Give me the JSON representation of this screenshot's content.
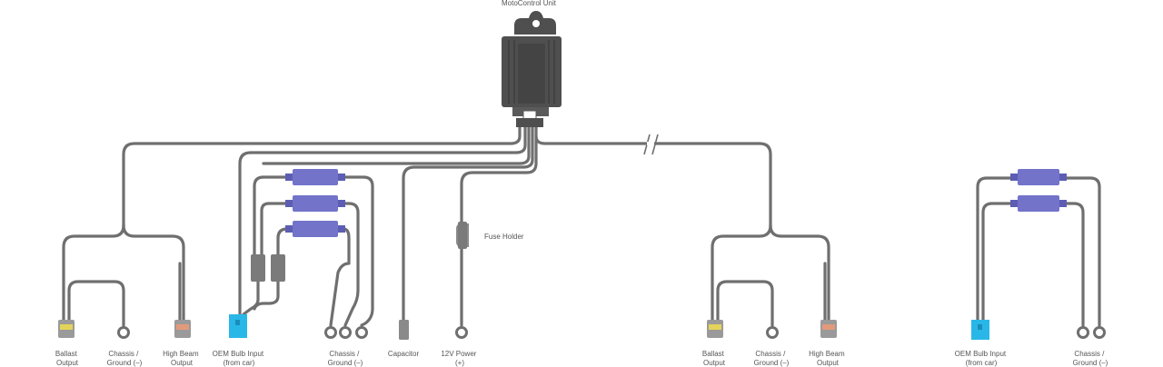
{
  "title": "MotoControl Unit",
  "labels": {
    "ballast_left": [
      "Ballast",
      "Output"
    ],
    "chassis_left": [
      "Chassis /",
      "Ground (–)"
    ],
    "highbeam_left": [
      "High Beam",
      "Output"
    ],
    "oem_left": [
      "OEM Bulb Input",
      "(from car)"
    ],
    "chassis_mid": [
      "Chassis /",
      "Ground (–)"
    ],
    "capacitor": [
      "Capacitor"
    ],
    "power": [
      "12V Power",
      "(+)"
    ],
    "fuse": "Fuse Holder",
    "ballast_right": [
      "Ballast",
      "Output"
    ],
    "chassis_right": [
      "Chassis /",
      "Ground (–)"
    ],
    "highbeam_right": [
      "High Beam",
      "Output"
    ],
    "oem_right": [
      "OEM Bulb Input",
      "(from car)"
    ],
    "chassis_far": [
      "Chassis /",
      "Ground (–)"
    ]
  },
  "colors": {
    "wire": "#6f6f6f",
    "unit": "#4f4f4f",
    "resistor": "#7273c9",
    "oem_input": "#29b7e8",
    "connector": "#7a7a7a"
  }
}
